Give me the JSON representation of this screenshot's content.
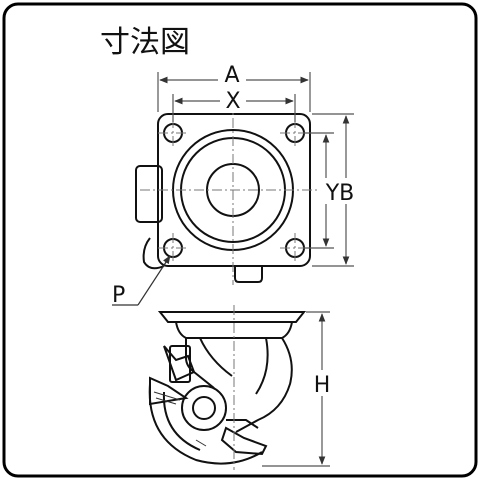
{
  "title": "寸法図",
  "labels": {
    "a": "A",
    "x": "X",
    "yb": "YB",
    "p": "P",
    "h": "H"
  },
  "colors": {
    "border": "#000000",
    "line": "#111111",
    "dim": "#555555",
    "background": "#ffffff"
  }
}
